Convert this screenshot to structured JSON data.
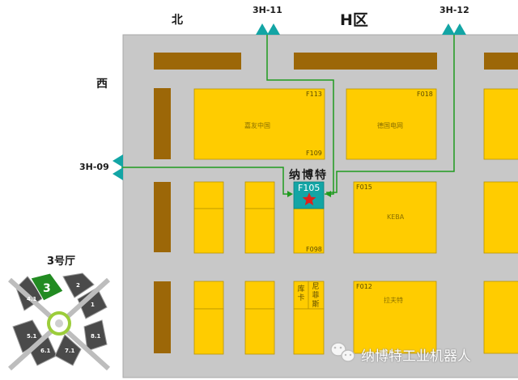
{
  "compass": {
    "north": "北",
    "west": "西"
  },
  "zone": {
    "label": "H区"
  },
  "gates": {
    "g11": "3H-11",
    "g12": "3H-12",
    "g09": "3H-09"
  },
  "company": {
    "name": "纳博特"
  },
  "booths": {
    "f113": "F113",
    "f109": "F109",
    "f113_name": "嘉友中国",
    "f018": "F018",
    "f018_name": "德国电网",
    "f105": "F105",
    "f098": "F098",
    "f015": "F015",
    "keba": "KEBA",
    "f012": "F012",
    "f012_name": "拉夫特",
    "small_a": "库卡",
    "small_b": "尼菲斯"
  },
  "hall": {
    "title": "3号厅",
    "highlight_num": "3",
    "nums": {
      "n2": "2",
      "n1": "1",
      "n4": "4.1",
      "n5": "5.1",
      "n6": "6.1",
      "n7": "7.1",
      "n8": "8.1"
    }
  },
  "watermark": {
    "text": "纳博特工业机器人"
  },
  "colors": {
    "floor": "#c8c8c8",
    "booth": "#ffcc00",
    "pillar": "#9c6708",
    "route": "#1f9b1f",
    "target": "#13a5a5",
    "star": "#e0201b"
  }
}
